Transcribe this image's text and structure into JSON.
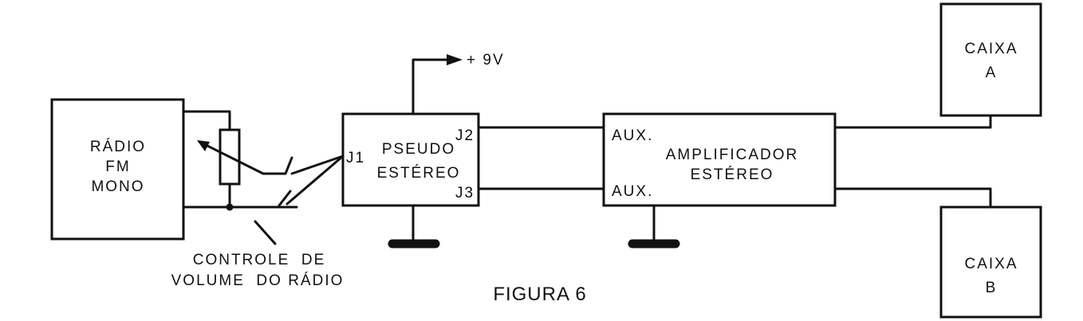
{
  "radio": {
    "line1": "RÁDIO",
    "line2": "FM",
    "line3": "MONO"
  },
  "pseudo": {
    "line1": "PSEUDO",
    "line2": "ESTÉREO",
    "j1": "J1",
    "j2": "J2",
    "j3": "J3"
  },
  "supply": {
    "label": "+ 9V"
  },
  "amplifier": {
    "line1": "AMPLIFICADOR",
    "line2": "ESTÉREO",
    "aux_top": "AUX.",
    "aux_bottom": "AUX."
  },
  "caixa_a": {
    "line1": "CAIXA",
    "line2": "A"
  },
  "caixa_b": {
    "line1": "CAIXA",
    "line2": "B"
  },
  "volume_control": {
    "line1": "CONTROLE  DE",
    "line2": "VOLUME  DO RÁDIO"
  },
  "caption": "FIGURA 6"
}
